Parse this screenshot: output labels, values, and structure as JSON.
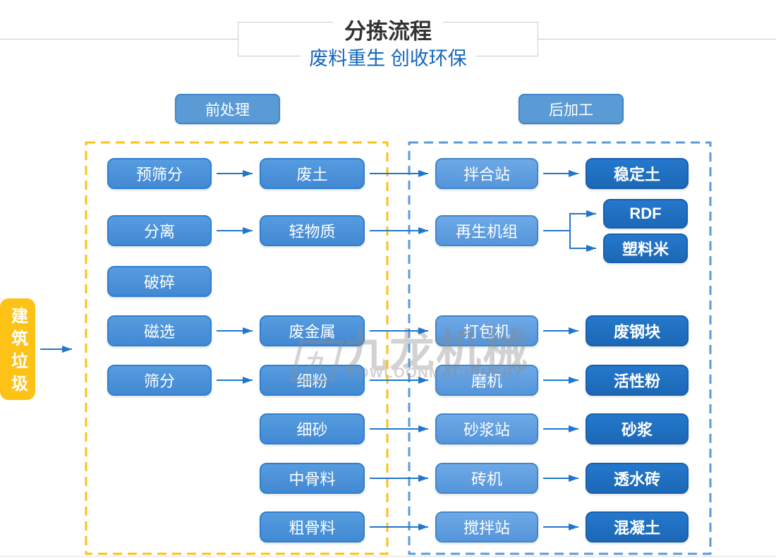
{
  "page": {
    "title": "分拣流程",
    "subtitle": "废料重生 创收环保"
  },
  "sections": {
    "pre": {
      "label": "前处理"
    },
    "post": {
      "label": "后加工"
    }
  },
  "source": {
    "label": "建筑垃圾"
  },
  "watermark": {
    "logo_char": "九",
    "text": "九龙机械",
    "subtext": "KOWLOONMACHINERY"
  },
  "colors": {
    "box_light": "#4B92D9",
    "box_machine": "#5C9EE0",
    "box_dark": "#1E6FC0",
    "accent_yellow": "#FCC216",
    "dashed_blue": "#5E9AD8",
    "arrow_blue": "#2176CC",
    "subtitle_blue": "#1467BE",
    "frame_gray": "#C9CCD4"
  },
  "nodes": [
    {
      "id": "presift",
      "label": "预筛分",
      "type": "process"
    },
    {
      "id": "separate",
      "label": "分离",
      "type": "process"
    },
    {
      "id": "crush",
      "label": "破碎",
      "type": "process"
    },
    {
      "id": "magnetic",
      "label": "磁选",
      "type": "process"
    },
    {
      "id": "sieve",
      "label": "筛分",
      "type": "process"
    },
    {
      "id": "waste-soil",
      "label": "废土",
      "type": "material"
    },
    {
      "id": "light-material",
      "label": "轻物质",
      "type": "material"
    },
    {
      "id": "waste-metal",
      "label": "废金属",
      "type": "material"
    },
    {
      "id": "fine-powder",
      "label": "细粉",
      "type": "material"
    },
    {
      "id": "fine-sand",
      "label": "细砂",
      "type": "material"
    },
    {
      "id": "mid-aggregate",
      "label": "中骨料",
      "type": "material"
    },
    {
      "id": "coarse-aggregate",
      "label": "粗骨料",
      "type": "material"
    },
    {
      "id": "mixing-station",
      "label": "拌合站",
      "type": "machine"
    },
    {
      "id": "regen-unit",
      "label": "再生机组",
      "type": "machine"
    },
    {
      "id": "baler",
      "label": "打包机",
      "type": "machine"
    },
    {
      "id": "mill",
      "label": "磨机",
      "type": "machine"
    },
    {
      "id": "mortar-station",
      "label": "砂浆站",
      "type": "machine"
    },
    {
      "id": "brick-machine",
      "label": "砖机",
      "type": "machine"
    },
    {
      "id": "concrete-station",
      "label": "搅拌站",
      "type": "machine"
    },
    {
      "id": "stable-soil",
      "label": "稳定土",
      "type": "product"
    },
    {
      "id": "rdf",
      "label": "RDF",
      "type": "product"
    },
    {
      "id": "plastic-rice",
      "label": "塑料米",
      "type": "product"
    },
    {
      "id": "steel-block",
      "label": "废钢块",
      "type": "product"
    },
    {
      "id": "active-powder",
      "label": "活性粉",
      "type": "product"
    },
    {
      "id": "mortar",
      "label": "砂浆",
      "type": "product"
    },
    {
      "id": "permeable-brick",
      "label": "透水砖",
      "type": "product"
    },
    {
      "id": "concrete",
      "label": "混凝土",
      "type": "product"
    }
  ],
  "edges": [
    {
      "from": "source",
      "to": "pre"
    },
    {
      "from": "presift",
      "to": "waste-soil"
    },
    {
      "from": "separate",
      "to": "light-material"
    },
    {
      "from": "magnetic",
      "to": "waste-metal"
    },
    {
      "from": "sieve",
      "to": "fine-powder"
    },
    {
      "from": "waste-soil",
      "to": "mixing-station"
    },
    {
      "from": "light-material",
      "to": "regen-unit"
    },
    {
      "from": "waste-metal",
      "to": "baler"
    },
    {
      "from": "fine-powder",
      "to": "mill"
    },
    {
      "from": "fine-sand",
      "to": "mortar-station"
    },
    {
      "from": "mid-aggregate",
      "to": "brick-machine"
    },
    {
      "from": "coarse-aggregate",
      "to": "concrete-station"
    },
    {
      "from": "mixing-station",
      "to": "stable-soil"
    },
    {
      "from": "regen-unit",
      "to": "rdf"
    },
    {
      "from": "regen-unit",
      "to": "plastic-rice"
    },
    {
      "from": "baler",
      "to": "steel-block"
    },
    {
      "from": "mill",
      "to": "active-powder"
    },
    {
      "from": "mortar-station",
      "to": "mortar"
    },
    {
      "from": "brick-machine",
      "to": "permeable-brick"
    },
    {
      "from": "concrete-station",
      "to": "concrete"
    }
  ]
}
